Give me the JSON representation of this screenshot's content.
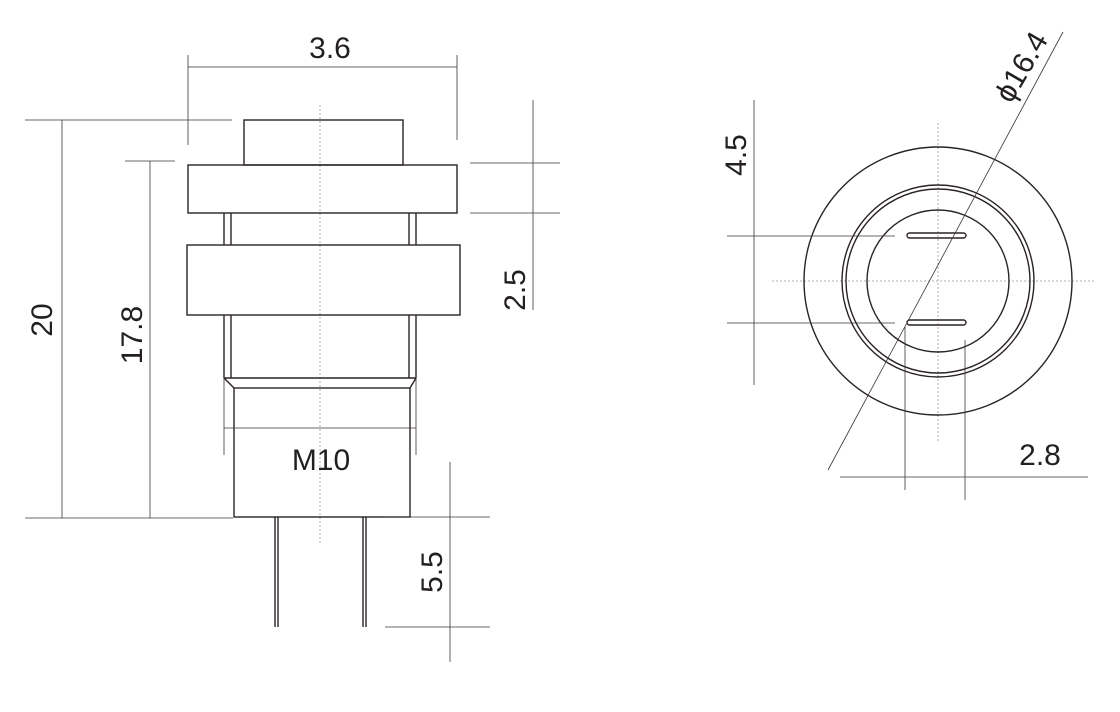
{
  "side_view": {
    "dimensions": {
      "head_width": "3.6",
      "total_height": "20",
      "body_height": "17.8",
      "flange_gap": "2.5",
      "thread": "M10",
      "pin_length": "5.5"
    }
  },
  "front_view": {
    "dimensions": {
      "slot_spacing": "4.5",
      "slot_length": "2.8",
      "diameter": "ϕ16.4"
    }
  },
  "colors": {
    "line": "#231f20"
  }
}
